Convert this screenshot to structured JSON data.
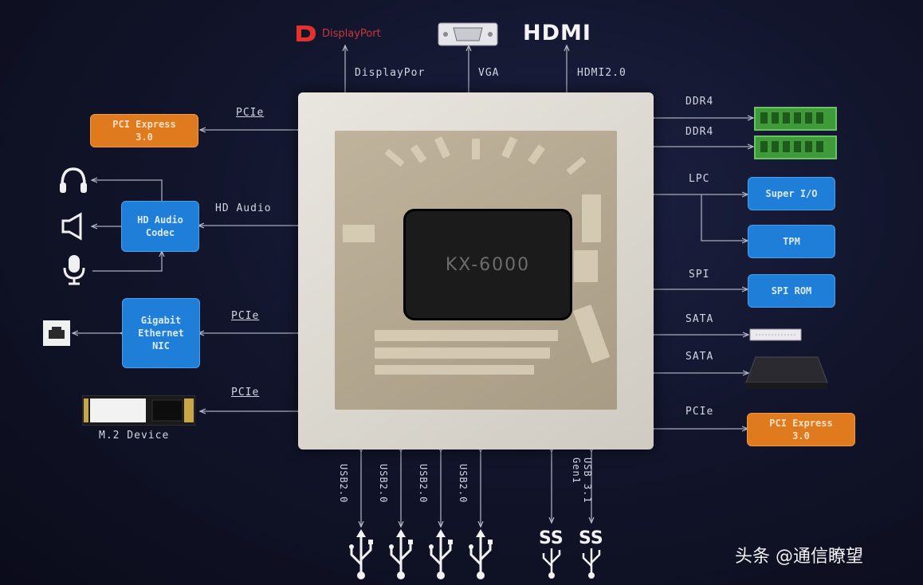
{
  "chip": {
    "name": "KX-6000"
  },
  "top": {
    "displayport_brand": "DisplayPort",
    "displayport_label": "DisplayPor",
    "vga_label": "VGA",
    "hdmi_brand": "HDMI",
    "hdmi_label": "HDMI2.0"
  },
  "left": {
    "pcie_top_label": "PCIe",
    "pcie_top_box": "PCI Express\n3.0",
    "audio_label": "HD Audio",
    "audio_box": "HD Audio\nCodec",
    "nic_label": "PCIe",
    "nic_box": "Gigabit\nEthernet\nNIC",
    "m2_label": "PCIe",
    "m2_device": "M.2 Device"
  },
  "right": {
    "ddr4_a": "DDR4",
    "ddr4_b": "DDR4",
    "lpc_label": "LPC",
    "superio_box": "Super I/O",
    "tpm_box": "TPM",
    "spi_label": "SPI",
    "spirom_box": "SPI ROM",
    "sata_a": "SATA",
    "sata_b": "SATA",
    "pcie_label": "PCIe",
    "pcie_box": "PCI Express\n3.0"
  },
  "bottom": {
    "usb_labels": [
      "USB2.0",
      "USB2.0",
      "USB2.0",
      "USB2.0"
    ],
    "usb31_label": "USB 3.1 Gen1"
  },
  "watermark": "头条 @通信瞭望",
  "colors": {
    "blue_box": "#1f7fd8",
    "orange_box": "#e07a1e",
    "ram_green": "#3f9a3a"
  }
}
